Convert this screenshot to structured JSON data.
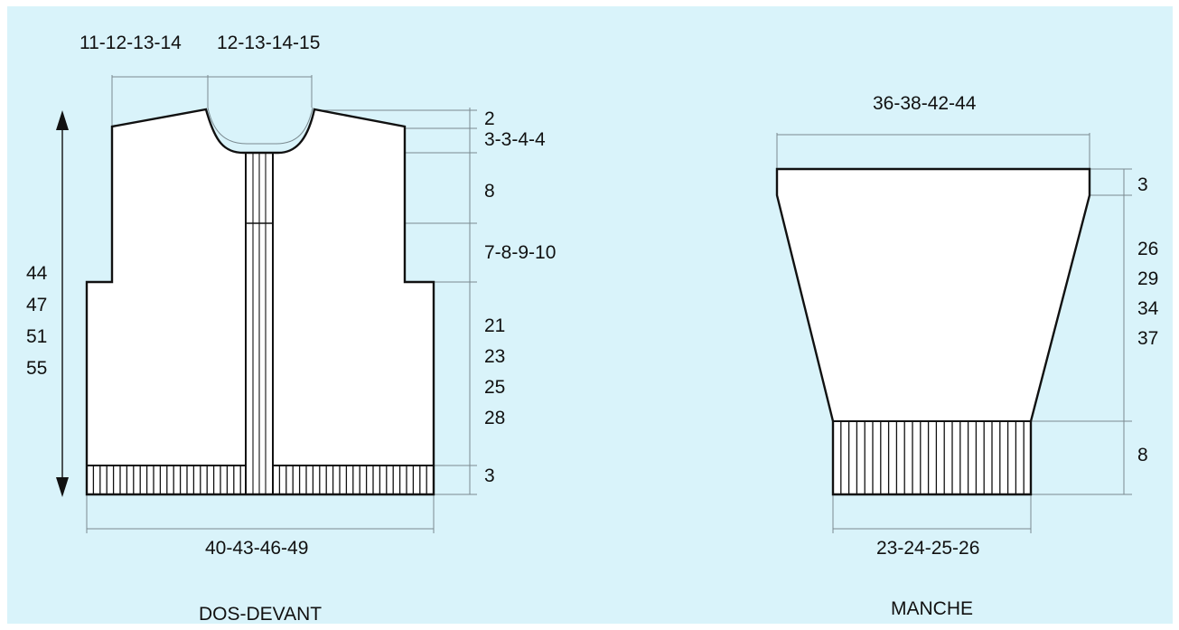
{
  "colors": {
    "background": "#d9f3fa",
    "piece_fill": "#ffffff",
    "outline": "#111111",
    "dimension_lines": "#7a8a90"
  },
  "body_piece": {
    "title": "DOS-DEVANT",
    "shoulder_width": "11-12-13-14",
    "neck_width": "12-13-14-15",
    "total_length": [
      "44",
      "47",
      "51",
      "55"
    ],
    "neck_drop_shoulder": "2",
    "neck_drop_front": "3-3-4-4",
    "upper_band_section": "8",
    "armhole_section": "7-8-9-10",
    "body_section": [
      "21",
      "23",
      "25",
      "28"
    ],
    "rib_height": "3",
    "bottom_width": "40-43-46-49"
  },
  "sleeve_piece": {
    "title": "MANCHE",
    "top_width": "36-38-42-44",
    "top_band_height": "3",
    "taper_length": [
      "26",
      "29",
      "34",
      "37"
    ],
    "cuff_height": "8",
    "cuff_width": "23-24-25-26"
  }
}
